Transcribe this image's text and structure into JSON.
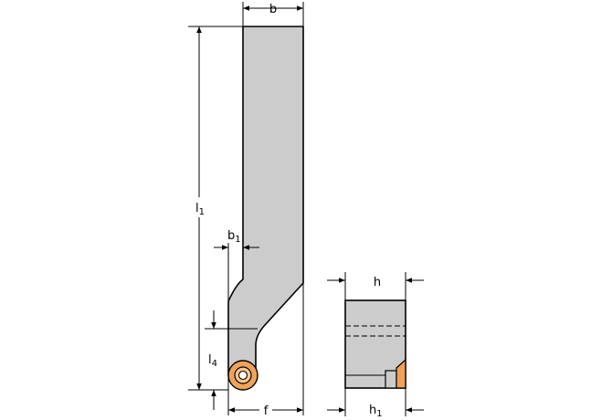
{
  "dimensions": {
    "b": {
      "main": "b",
      "sub": ""
    },
    "l1": {
      "main": "l",
      "sub": "1"
    },
    "b1": {
      "main": "b",
      "sub": "1"
    },
    "l4": {
      "main": "l",
      "sub": "4"
    },
    "f": {
      "main": "f",
      "sub": ""
    },
    "h": {
      "main": "h",
      "sub": ""
    },
    "h1": {
      "main": "h",
      "sub": "1"
    }
  },
  "colors": {
    "body_fill": "#cccccc",
    "outline": "#000000",
    "insert_fill": "#f0a25a",
    "background": "#ffffff"
  }
}
